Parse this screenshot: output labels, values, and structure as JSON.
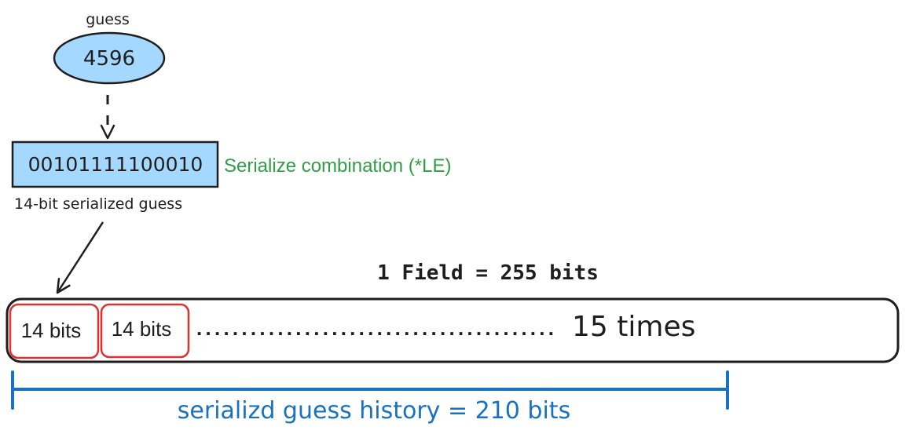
{
  "guess": {
    "label": "guess",
    "value": "4596",
    "fill_color": "#a5d8ff"
  },
  "serialized": {
    "bits": "00101111100010",
    "caption": "14-bit serialized guess",
    "fill_color": "#a5d8ff",
    "annotation": "Serialize combination (*LE)",
    "annotation_color": "#2f9e44"
  },
  "field": {
    "title": "1 Field = 255 bits",
    "slots": [
      {
        "label": "14 bits"
      },
      {
        "label": "14 bits"
      }
    ],
    "slot_border_color": "#e03131",
    "dots": "........................................",
    "repeat_text": "15 times"
  },
  "history": {
    "label": "serializd guess history = 210 bits",
    "color": "#1971c2"
  }
}
